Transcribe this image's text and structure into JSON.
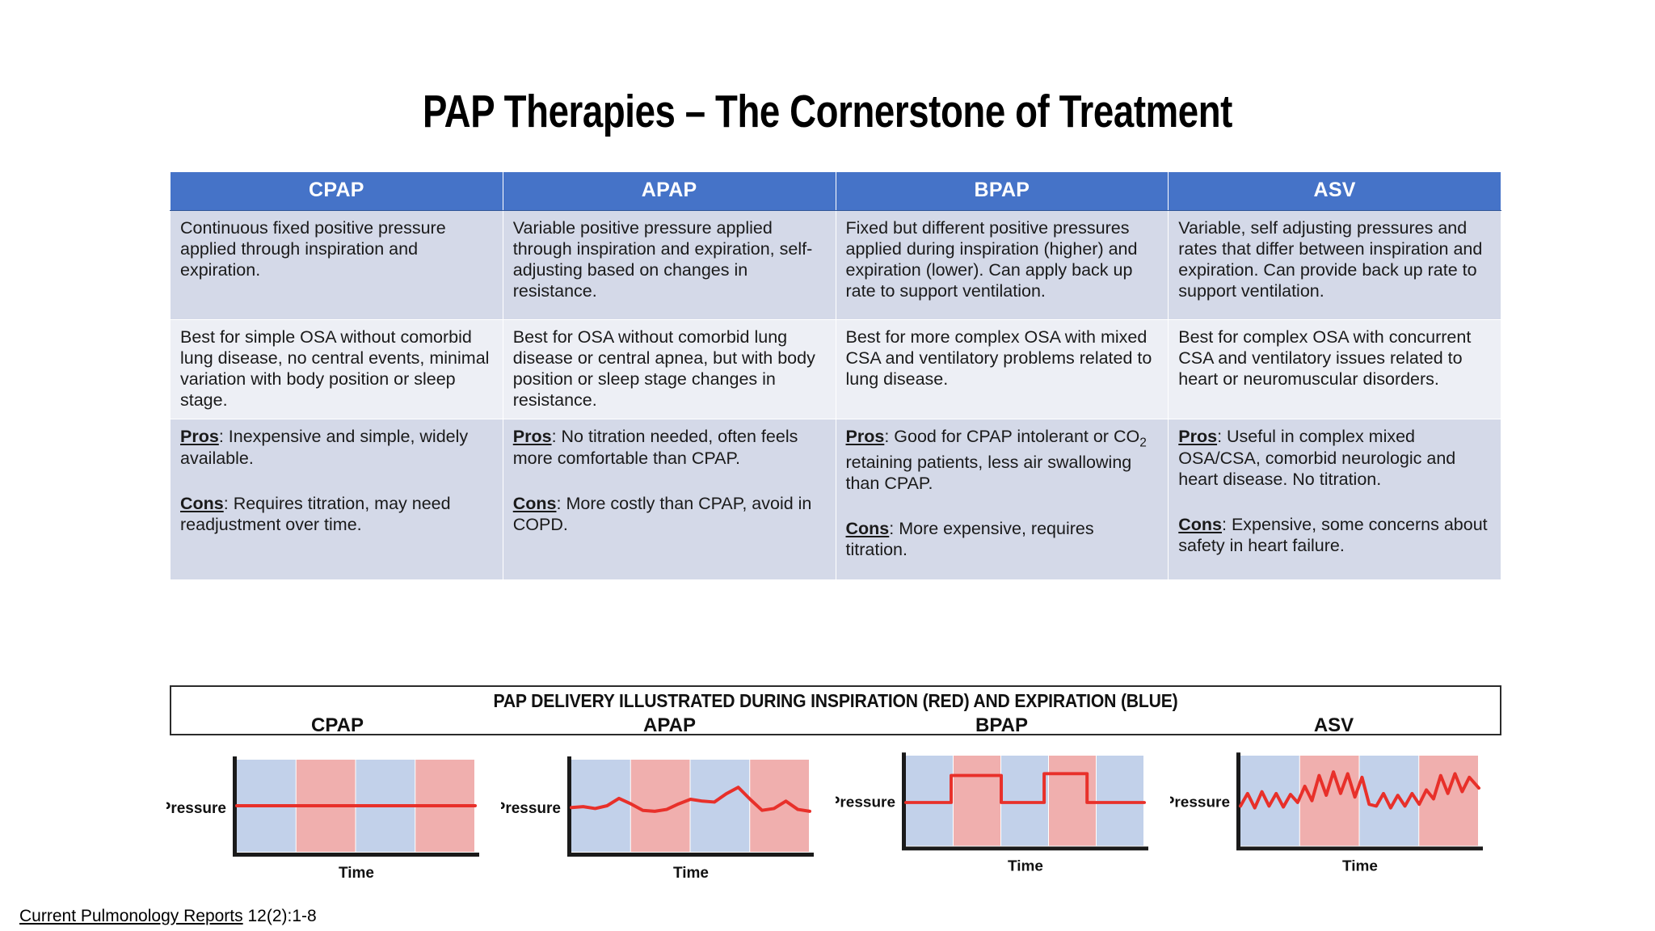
{
  "slide": {
    "title": "PAP Therapies – The Cornerstone of Treatment",
    "citation_journal": "Current Pulmonology Reports",
    "citation_detail": " 12(2):1-8"
  },
  "table": {
    "headers": [
      "CPAP",
      "APAP",
      "BPAP",
      "ASV"
    ],
    "header_bg": "#4573C8",
    "header_text_color": "#FFFFFF",
    "row_shade_dark": "#D4D9E8",
    "row_shade_light": "#EDEFF5",
    "rows": {
      "description": [
        "Continuous fixed positive pressure applied through inspiration and expiration.",
        "Variable positive pressure applied through inspiration and expiration, self-adjusting based on changes in resistance.",
        "Fixed but different positive pressures applied during inspiration (higher) and expiration (lower). Can apply back up rate to support ventilation.",
        "Variable, self adjusting pressures and rates that differ between inspiration and expiration.  Can provide back up rate to support ventilation."
      ],
      "best_for": [
        "Best for simple OSA without comorbid lung disease, no central events, minimal variation with body position or sleep stage.",
        "Best for OSA without comorbid lung disease or central apnea, but with body position or sleep stage changes in resistance.",
        "Best for more complex OSA with mixed CSA  and ventilatory problems related to lung disease.",
        "Best for complex OSA with concurrent CSA and ventilatory issues related to heart or neuromuscular disorders."
      ],
      "pros_label": "Pros",
      "cons_label": "Cons",
      "pros": [
        ": Inexpensive and simple, widely available.",
        ": No titration needed, often feels more comfortable than CPAP.",
        ": Good for CPAP intolerant or CO2 retaining patients, less air swallowing than CPAP.",
        ": Useful in complex mixed OSA/CSA, comorbid neurologic and heart disease. No titration."
      ],
      "cons": [
        ": Requires titration, may need readjustment over time.",
        ": More costly than CPAP, avoid in COPD.",
        ": More expensive, requires titration.",
        ": Expensive, some concerns about safety in heart failure."
      ]
    }
  },
  "illustration": {
    "caption": "PAP DELIVERY ILLUSTRATED DURING INSPIRATION (RED) AND EXPIRATION (BLUE)",
    "labels": [
      "CPAP",
      "APAP",
      "BPAP",
      "ASV"
    ],
    "band_blue": "#C2D1EA",
    "band_red": "#F0AFAE",
    "trace_color": "#E8302A",
    "axis_color": "#1A1A1A",
    "y_axis_label": "Pressure",
    "x_axis_label": "Time"
  },
  "chart_data": [
    {
      "type": "line",
      "title": "CPAP",
      "xlabel": "Time",
      "ylabel": "Pressure",
      "description": "Constant fixed pressure; flat trace across alternating expiration (blue) and inspiration (red) bands.",
      "bands": [
        "blue",
        "red",
        "blue",
        "red"
      ],
      "x": [
        0,
        10,
        20,
        30,
        40,
        50,
        60,
        70,
        80,
        90,
        100
      ],
      "y": [
        50,
        50,
        50,
        50,
        50,
        50,
        50,
        50,
        50,
        50,
        50
      ],
      "ylim": [
        0,
        100
      ]
    },
    {
      "type": "line",
      "title": "APAP",
      "xlabel": "Time",
      "ylabel": "Pressure",
      "description": "Auto-adjusting pressure; gently undulating trace with small peaks that rise and fall with resistance.",
      "bands": [
        "blue",
        "red",
        "blue",
        "red"
      ],
      "x": [
        0,
        5,
        10,
        15,
        20,
        25,
        30,
        35,
        40,
        45,
        50,
        55,
        60,
        65,
        70,
        75,
        80,
        85,
        90,
        95,
        100
      ],
      "y": [
        48,
        49,
        47,
        50,
        58,
        52,
        45,
        44,
        46,
        52,
        57,
        55,
        54,
        63,
        70,
        57,
        45,
        47,
        55,
        46,
        44
      ],
      "ylim": [
        0,
        100
      ]
    },
    {
      "type": "line",
      "title": "BPAP",
      "xlabel": "Time",
      "ylabel": "Pressure",
      "description": "Two fixed levels; square-wave trace stepping to a higher pressure during inspiration (red bands) and back to a lower pressure during expiration (blue bands).",
      "bands": [
        "blue",
        "red",
        "blue",
        "red",
        "blue"
      ],
      "x": [
        0,
        19,
        19,
        40,
        40,
        58,
        58,
        76,
        76,
        100
      ],
      "y": [
        48,
        48,
        78,
        78,
        48,
        48,
        80,
        80,
        48,
        48
      ],
      "ylim": [
        0,
        100
      ]
    },
    {
      "type": "line",
      "title": "ASV",
      "xlabel": "Time",
      "ylabel": "Pressure",
      "description": "Servo-ventilation; rapid breath-to-breath oscillations whose amplitude and baseline rise during inspiration (red bands) and fall during expiration (blue bands).",
      "bands": [
        "blue",
        "red",
        "blue",
        "red"
      ],
      "x": [
        0,
        3,
        6,
        9,
        12,
        15,
        18,
        21,
        24,
        27,
        30,
        33,
        36,
        39,
        42,
        45,
        48,
        51,
        54,
        57,
        60,
        63,
        66,
        69,
        72,
        75,
        78,
        81,
        84,
        87,
        90,
        93,
        96,
        100
      ],
      "y": [
        44,
        58,
        42,
        60,
        44,
        58,
        43,
        57,
        48,
        66,
        50,
        78,
        56,
        82,
        58,
        80,
        54,
        76,
        46,
        44,
        58,
        42,
        56,
        44,
        58,
        46,
        62,
        52,
        78,
        58,
        80,
        60,
        76,
        64
      ],
      "ylim": [
        0,
        100
      ]
    }
  ]
}
